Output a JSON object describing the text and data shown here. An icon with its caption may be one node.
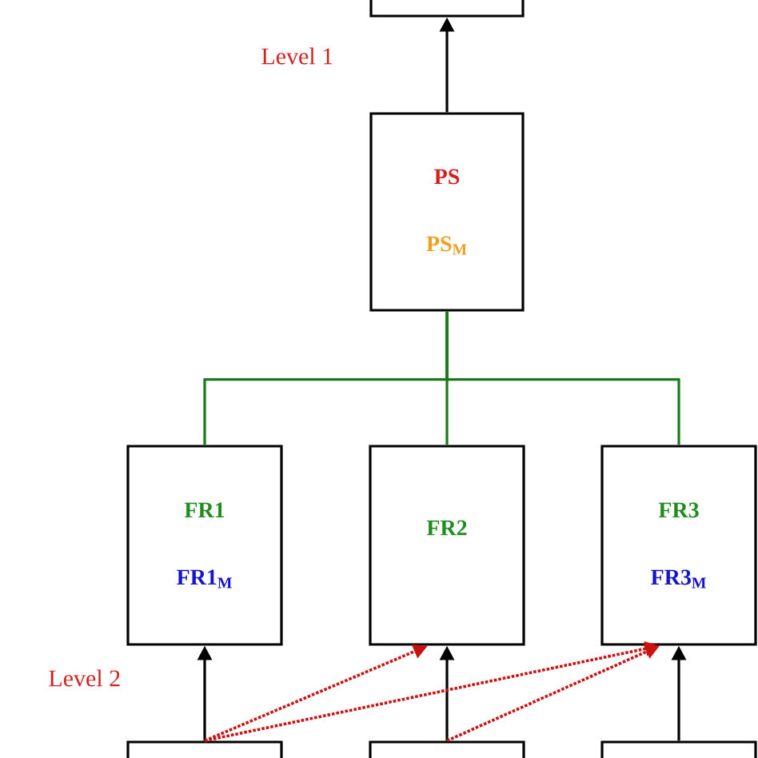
{
  "diagram": {
    "nodes": [
      {
        "text": [],
        "shape": "box"
      },
      {
        "text": [
          "PS",
          "PS$_{M}$"
        ]
      },
      {
        "text": [
          "FR1",
          "FR1$_{M}$"
        ]
      },
      {
        "text": [
          "FR2"
        ]
      },
      {
        "text": [
          "FR3",
          "FR3$_{M}$"
        ]
      },
      {
        "text": [],
        "shape": "box"
      },
      {
        "text": [],
        "shape": "box"
      },
      {
        "text": [],
        "shape": "box"
      }
    ],
    "edges": [
      {
        "from": 1,
        "to": 0,
        "arrow": "to"
      },
      {
        "from": 1,
        "to": 2,
        "arrow": "none",
        "color": "#1a7a1a"
      },
      {
        "from": 1,
        "to": 3,
        "arrow": "none",
        "color": "#1a7a1a"
      },
      {
        "from": 1,
        "to": 4,
        "arrow": "none",
        "color": "#1a7a1a"
      },
      {
        "from": 5,
        "to": 2,
        "arrow": "to"
      },
      {
        "from": 6,
        "to": 3,
        "arrow": "to"
      },
      {
        "from": 7,
        "to": 4,
        "arrow": "to"
      },
      {
        "from": 5,
        "to": 3,
        "arrow": "to",
        "style": "dashed",
        "color": "#cc1111"
      },
      {
        "from": 5,
        "to": 4,
        "arrow": "to",
        "style": "dashed",
        "color": "#cc1111"
      },
      {
        "from": 6,
        "to": 4,
        "arrow": "to",
        "style": "dashed",
        "color": "#cc1111"
      }
    ],
    "labels": [
      "Level 1",
      "Level 2"
    ]
  }
}
